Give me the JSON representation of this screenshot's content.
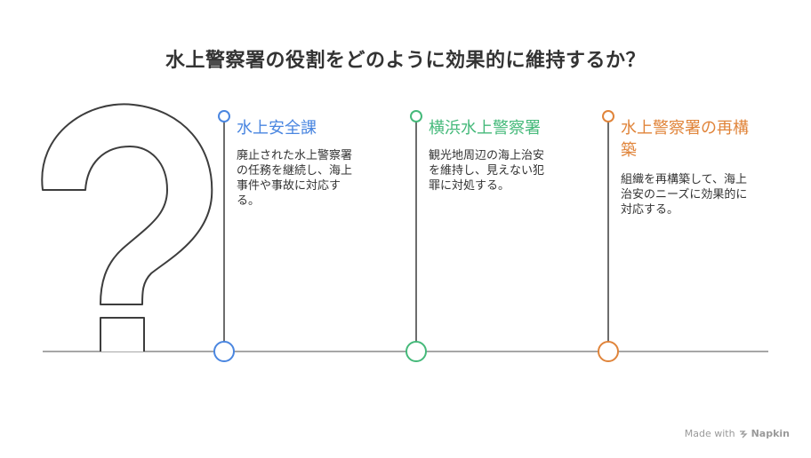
{
  "title": "水上警察署の役割をどのように効果的に維持するか？",
  "colors": {
    "blue": "#4a86e0",
    "green": "#45b97a",
    "orange": "#e0843a",
    "line": "#8a8a8a",
    "stroke": "#3d3d3d"
  },
  "items": [
    {
      "heading": "水上安全課",
      "description_lines": [
        "廃止された水上警察署",
        "の任務を継続し、海上",
        "事件や事故に対応す",
        "る。"
      ]
    },
    {
      "heading": "横浜水上警察署",
      "description_lines": [
        "観光地周辺の海上治安",
        "を維持し、見えない犯",
        "罪に対処する。"
      ]
    },
    {
      "heading_lines": [
        "水上警察署の再構",
        "築"
      ],
      "description_lines": [
        "組織を再構築して、海上",
        "治安のニーズに効果的に",
        "対応する。"
      ]
    }
  ],
  "watermark": {
    "prefix": "Made with",
    "brand": "Napkin"
  }
}
